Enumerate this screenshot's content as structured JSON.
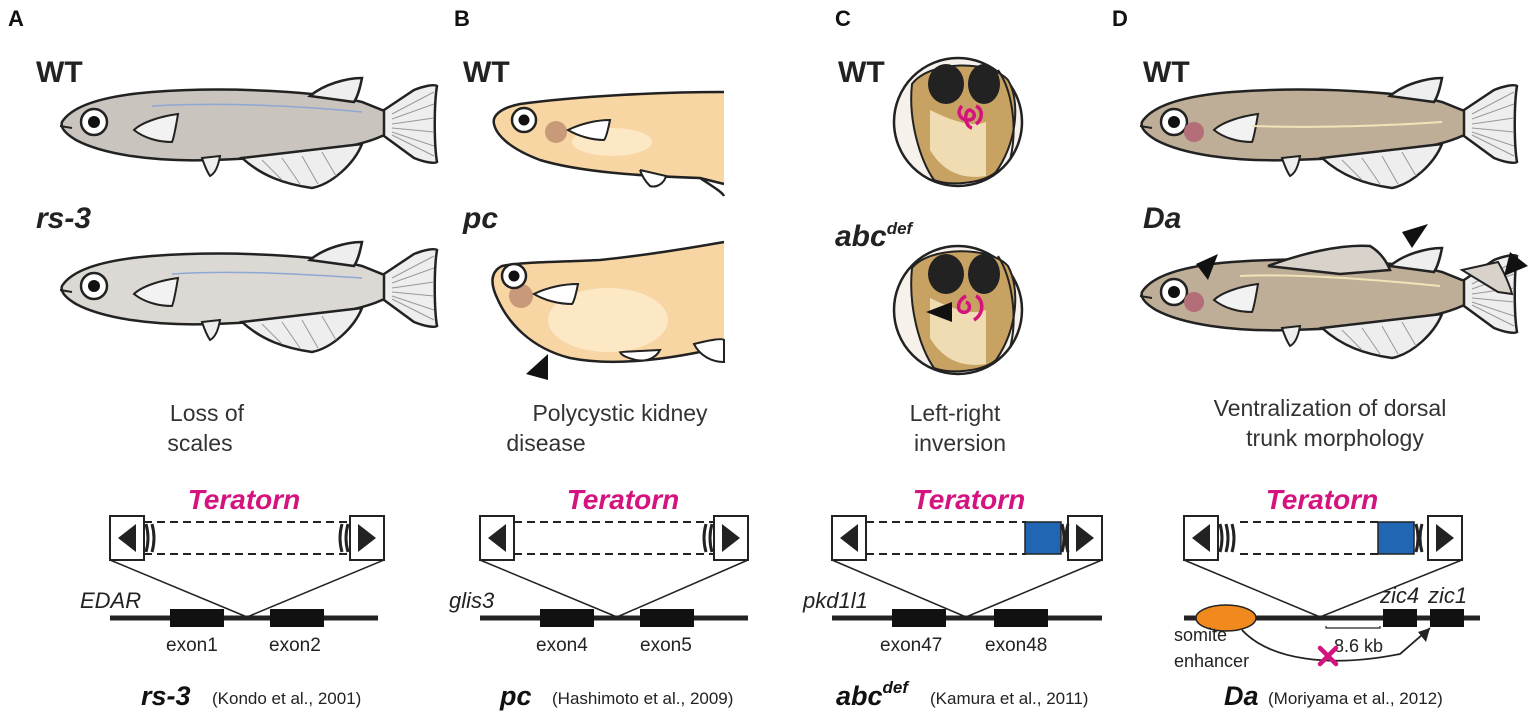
{
  "panels": [
    {
      "letter": "A",
      "wt": "WT",
      "mutant": "rs-3",
      "phenotype": [
        "Loss of",
        "scales"
      ],
      "transposon": "Teratorn",
      "gene": "EDAR",
      "exons": [
        "exon1",
        "exon2"
      ],
      "citation_gene": "rs-3",
      "citation": "(Kondo et al., 2001)"
    },
    {
      "letter": "B",
      "wt": "WT",
      "mutant": "pc",
      "phenotype": [
        "Polycystic kidney",
        "disease"
      ],
      "transposon": "Teratorn",
      "gene": "glis3",
      "exons": [
        "exon4",
        "exon5"
      ],
      "citation_gene": "pc",
      "citation": "(Hashimoto et al., 2009)"
    },
    {
      "letter": "C",
      "wt": "WT",
      "mutant": "abc",
      "mutant_sup": "def",
      "phenotype": [
        "Left-right",
        "inversion"
      ],
      "transposon": "Teratorn",
      "gene": "pkd1l1",
      "exons": [
        "exon47",
        "exon48"
      ],
      "citation_gene": "abc",
      "citation_sup": "def",
      "citation": "(Kamura et al., 2011)"
    },
    {
      "letter": "D",
      "wt": "WT",
      "mutant": "Da",
      "phenotype": [
        "Ventralization of dorsal",
        "trunk morphology"
      ],
      "transposon": "Teratorn",
      "genes": [
        "zic4",
        "zic1"
      ],
      "enhancer": [
        "somite",
        "enhancer"
      ],
      "distance": "8.6 kb",
      "citation_gene": "Da",
      "citation": "(Moriyama et al., 2012)"
    }
  ],
  "colors": {
    "magenta": "#d4137f",
    "blue": "#2066b3",
    "orange": "#f08a1e",
    "fish_gray": "#c9c4bd",
    "fish_peach": "#f8d6a4",
    "fish_tan": "#bfae97",
    "embryo": "#c8a262"
  },
  "icons": [
    "arrowhead-marker-icon",
    "heart-loop-icon",
    "cross-mark-icon"
  ]
}
